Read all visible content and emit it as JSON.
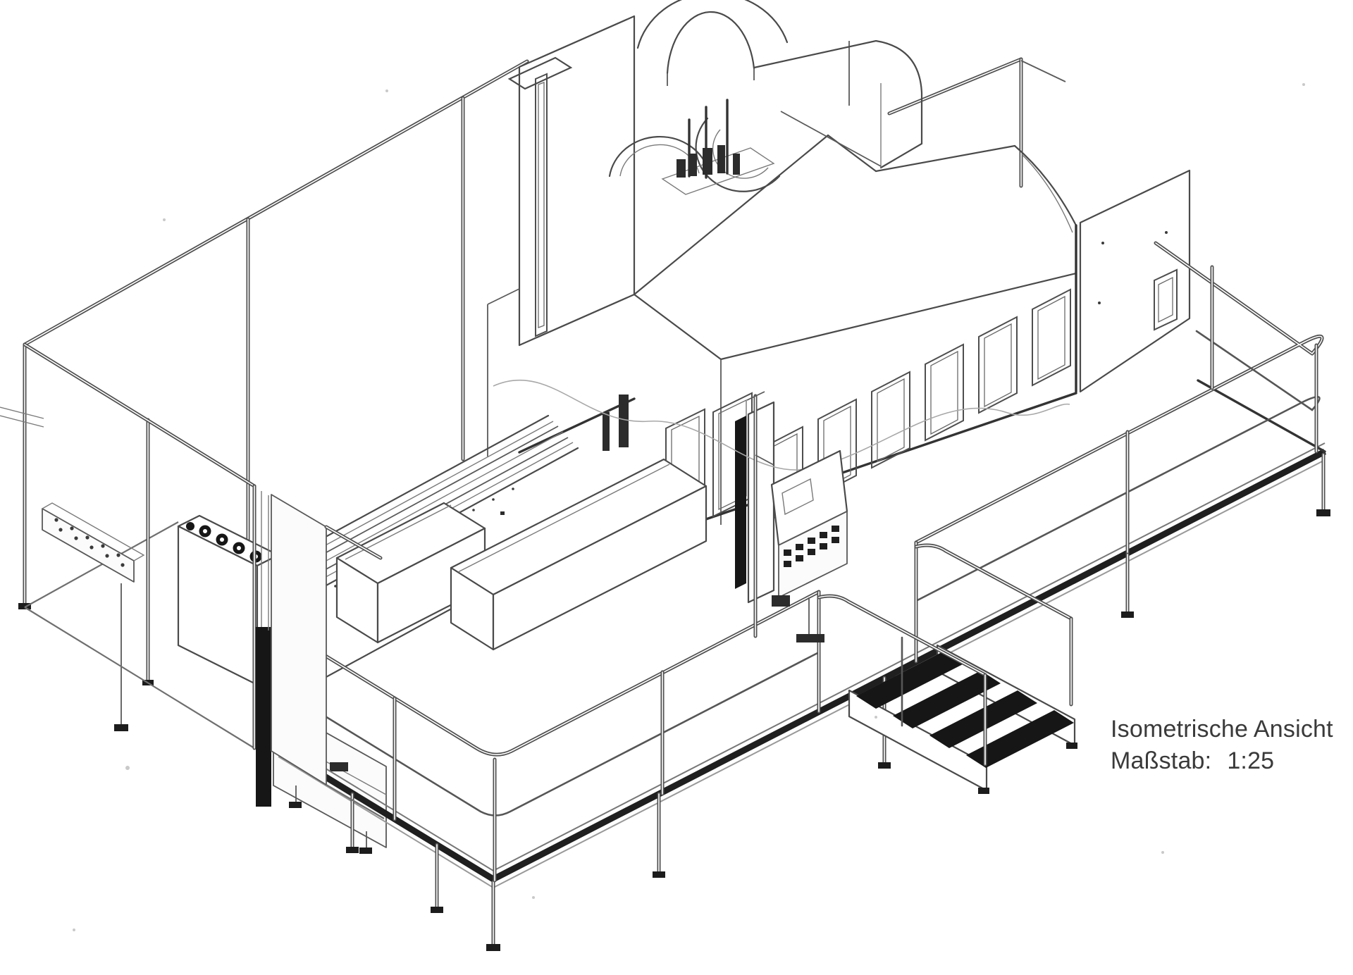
{
  "caption": {
    "title": "Isometrische Ansicht",
    "scale_label": "Maßstab:",
    "scale_value": "1:25"
  },
  "colors": {
    "background": "#ffffff",
    "line_ink": "#4a4a4a",
    "dark_accent": "#161616",
    "caption_text": "#3a3a3a"
  }
}
